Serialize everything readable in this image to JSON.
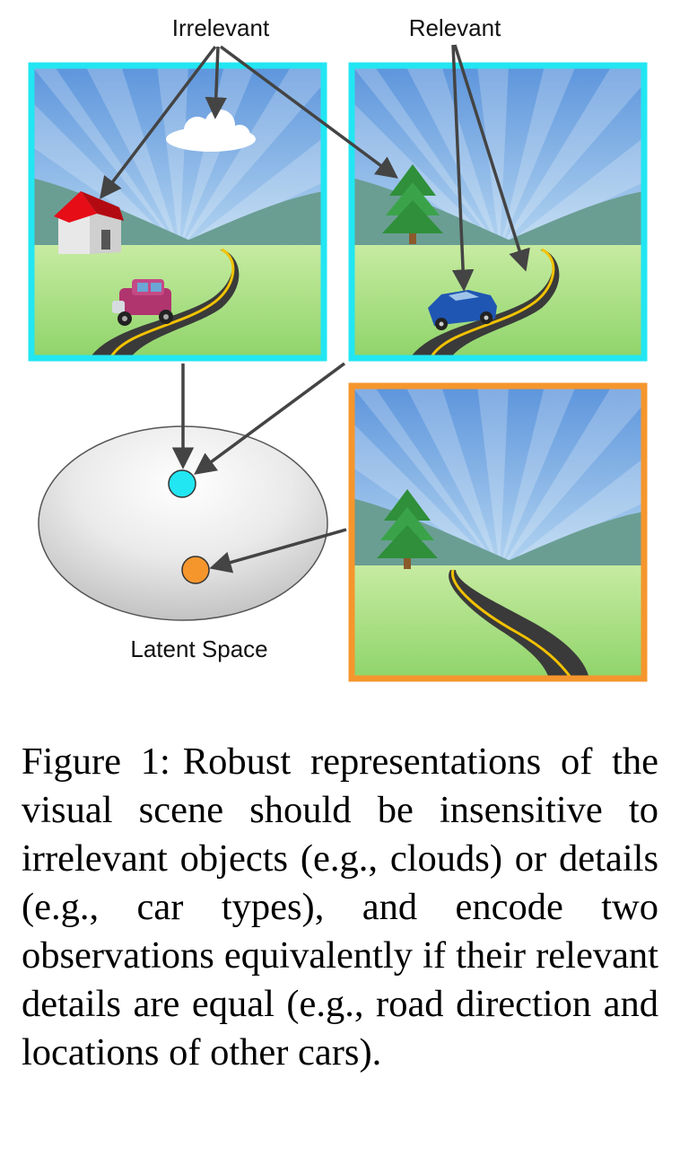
{
  "labels": {
    "irrelevant": "Irrelevant",
    "relevant": "Relevant",
    "latent_space": "Latent Space"
  },
  "colors": {
    "relevant_border": "#22e6f2",
    "alt_border": "#f5962d",
    "cyan_point": "#22e6f2",
    "orange_point": "#f5962d",
    "arrow": "#444444"
  },
  "caption": {
    "label": "Figure 1:",
    "text": "Robust representations of the visual scene should be insensitive to irrelevant objects (e.g., clouds) or details (e.g., car types), and encode two observations equivalently if their relevant details are equal (e.g., road direction and locations of other cars)."
  }
}
